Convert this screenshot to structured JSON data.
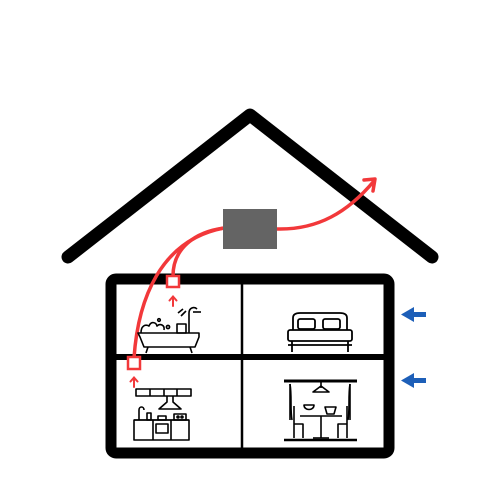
{
  "colors": {
    "outline": "#000000",
    "duct": "#f2383a",
    "fan_unit": "#646464",
    "fresh_air_arrow": "#1d5fb8",
    "background": "#ffffff"
  },
  "components": {
    "roof": "roof-outline",
    "fan_unit": "ventilation-fan-unit",
    "exhaust_duct": "exhaust-duct-arrow",
    "rooms": [
      "bathroom",
      "bedroom",
      "kitchen",
      "dining-room"
    ],
    "intake_vents": [
      "bathroom-extract-vent",
      "kitchen-extract-vent"
    ],
    "fresh_air_inlets": [
      "fresh-air-arrow-upper",
      "fresh-air-arrow-lower"
    ]
  }
}
